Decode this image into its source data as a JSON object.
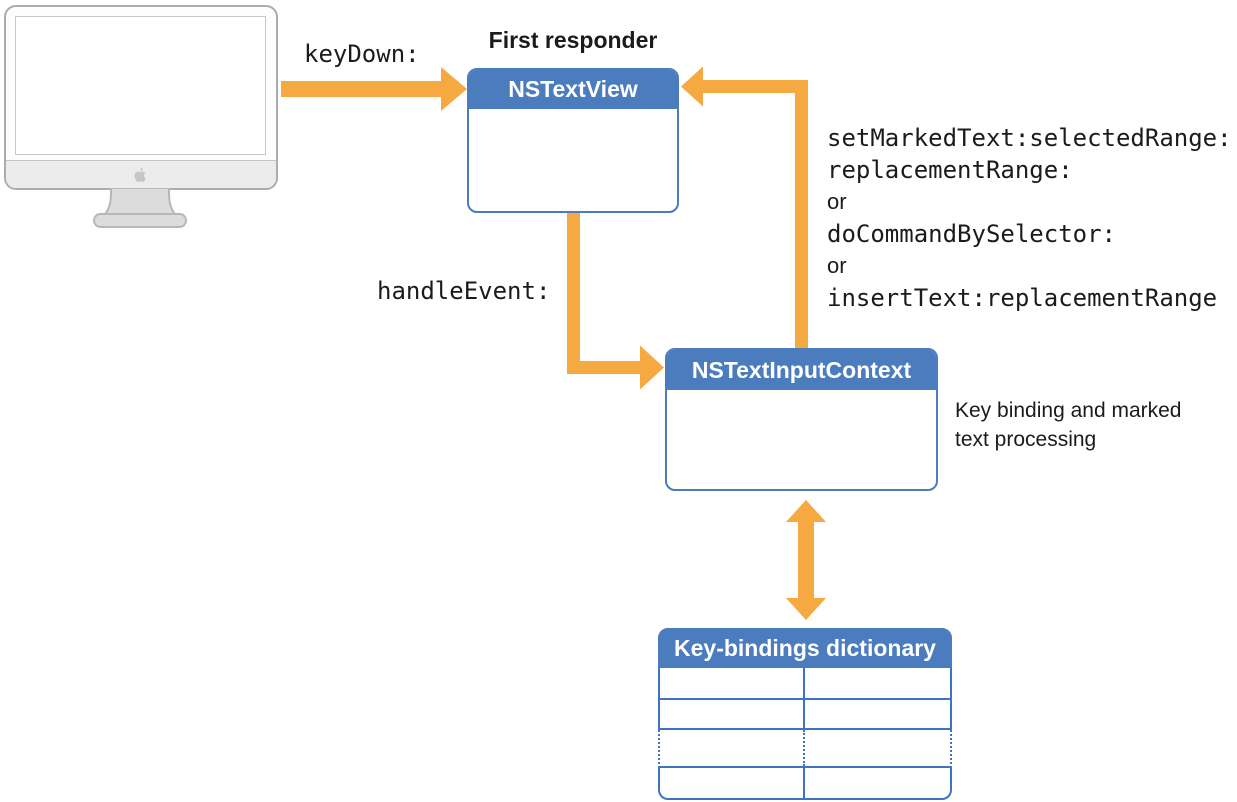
{
  "diagram": {
    "first_responder_label": "First responder",
    "keydown_label": "keyDown:",
    "handleevent_label": "handleEvent:",
    "methods": [
      "setMarkedText:selectedRange:",
      "replacementRange:",
      "or",
      "doCommandBySelector:",
      "or",
      "insertText:replacementRange"
    ],
    "boxes": {
      "nstextview": {
        "title": "NSTextView"
      },
      "nstextinputcontext": {
        "title": "NSTextInputContext"
      },
      "keybindings": {
        "title": "Key-bindings dictionary"
      }
    },
    "caption": {
      "line1": "Key binding and marked",
      "line2": "text processing"
    },
    "icons": {
      "monitor": "imac-display-icon",
      "apple_logo": "apple-logo-icon"
    },
    "colors": {
      "accent_orange": "#F6A841",
      "box_blue": "#4B7CBE",
      "line_blue": "#3E74C2",
      "text_black": "#1B1B1B",
      "monitor_gray": "#ACACAC",
      "monitor_chin": "#ECECEC",
      "stand_gray": "#DCDCDC"
    }
  }
}
